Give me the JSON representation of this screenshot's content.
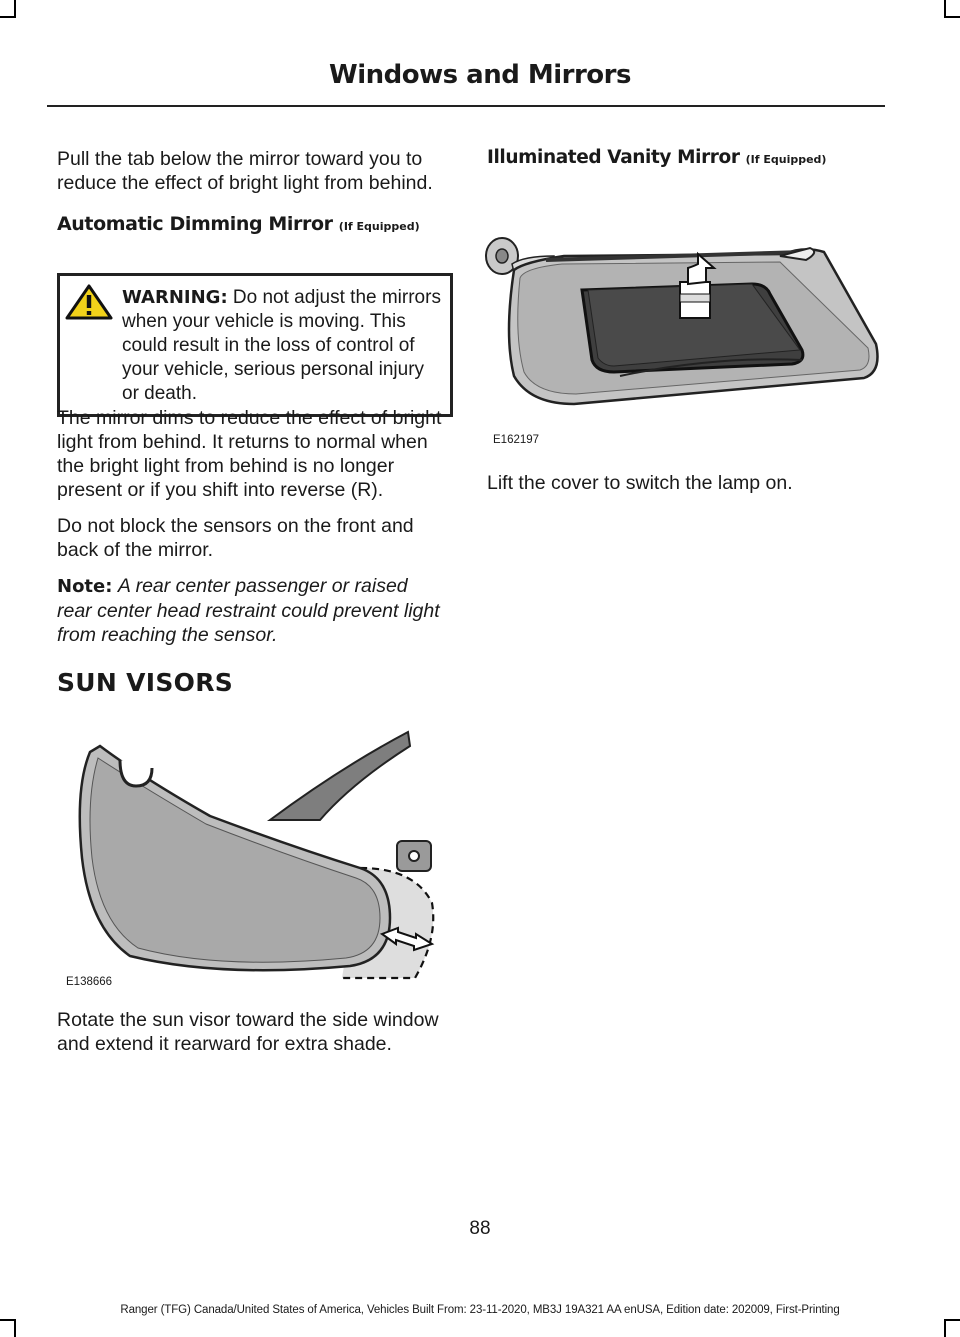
{
  "header": {
    "title": "Windows and Mirrors"
  },
  "left": {
    "intro": "Pull the tab below the mirror toward you to reduce the effect of bright light from behind.",
    "auto_dim_heading": "Automatic Dimming Mirror",
    "auto_dim_qualifier": "(If Equipped)",
    "warning_label": "WARNING:",
    "warning_text": "Do not adjust the mirrors when your vehicle is moving. This could result in the loss of control of your vehicle, serious personal injury or death.",
    "para1": "The mirror dims to reduce the effect of bright light from behind. It returns to normal when the bright light from behind is no longer present or if you shift into reverse (R).",
    "para2": "Do not block the sensors on the front and back of the mirror.",
    "note_label": "Note:",
    "note_text": "A rear center passenger or raised rear center head restraint could prevent light from reaching the sensor.",
    "section_heading": "SUN VISORS",
    "figure1_id": "E138666",
    "visor_caption": "Rotate the sun visor toward the side window and extend it rearward for extra shade."
  },
  "right": {
    "vanity_heading": "Illuminated Vanity Mirror",
    "vanity_qualifier": "(If Equipped)",
    "figure2_id": "E162197",
    "vanity_caption": "Lift the cover to switch the lamp on."
  },
  "page_number": "88",
  "footer": "Ranger (TFG) Canada/United States of America, Vehicles Built From: 23-11-2020, MB3J 19A321 AA enUSA, Edition date: 202009, First-Printing",
  "icons": {
    "warning": "warning-triangle-icon"
  }
}
